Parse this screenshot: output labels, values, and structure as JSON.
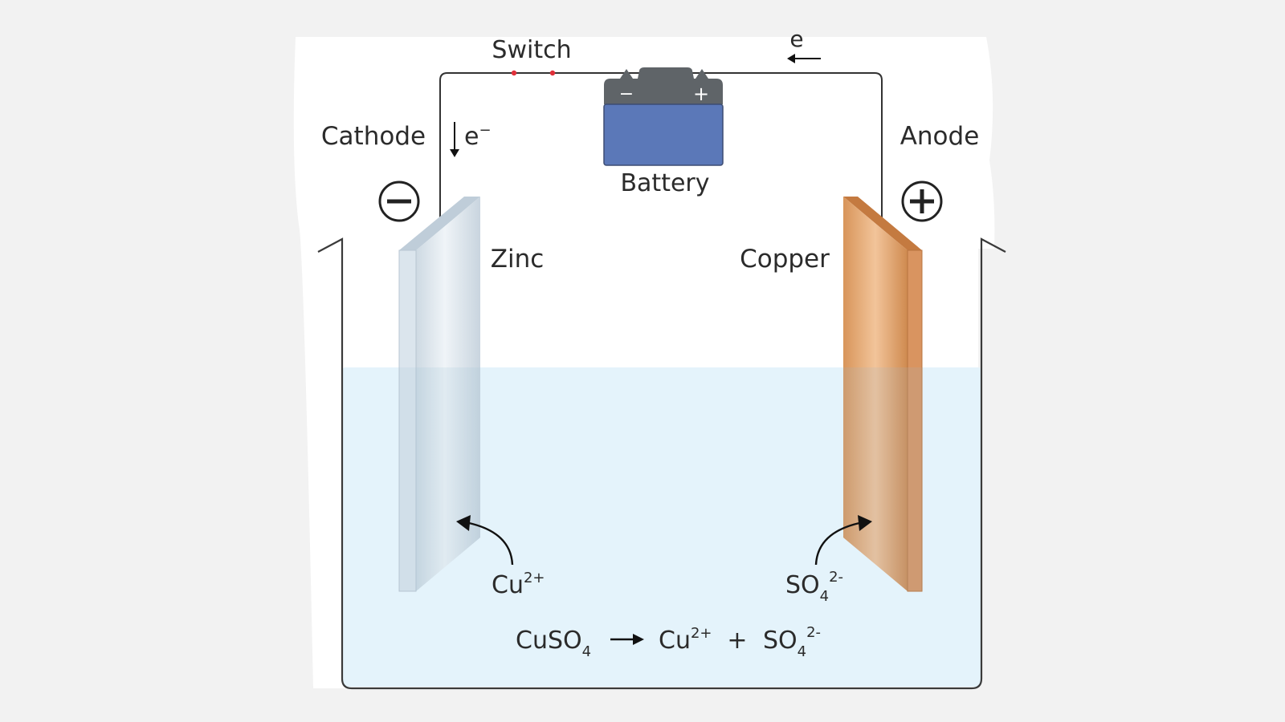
{
  "labels": {
    "switch": "Switch",
    "battery": "Battery",
    "cathode": "Cathode",
    "anode": "Anode",
    "zinc": "Zinc",
    "copper": "Copper",
    "electron": "e",
    "electron_charge": "−",
    "battery_minus": "−",
    "battery_plus": "+"
  },
  "ions": {
    "left_base": "Cu",
    "left_sup": "2+",
    "right_base": "SO",
    "right_sub": "4",
    "right_sup": "2-"
  },
  "equation": {
    "reactant_base": "CuSO",
    "reactant_sub": "4",
    "product1_base": "Cu",
    "product1_sup": "2+",
    "plus": "+",
    "product2_base": "SO",
    "product2_sub": "4",
    "product2_sup": "2-"
  },
  "colors": {
    "solution": "#e4f3fb",
    "battery_body": "#5b78b8",
    "battery_cap": "#5f6468",
    "zinc": "#ccd8e2",
    "copper": "#c98a55",
    "switch_contacts": "#e0303a"
  },
  "icons": {
    "cathode_sign": "minus-circle-icon",
    "anode_sign": "plus-circle-icon"
  }
}
